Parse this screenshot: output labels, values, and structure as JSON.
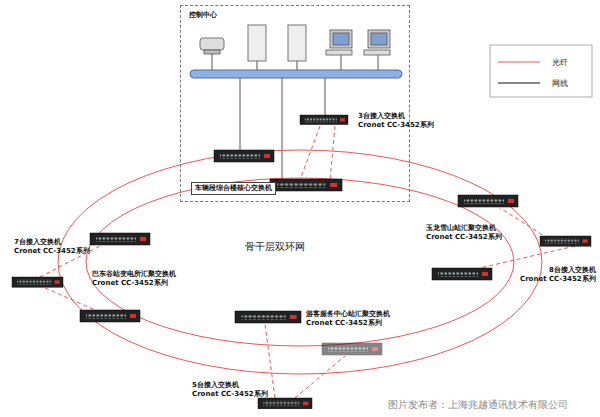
{
  "diagram": {
    "nodes": [
      {
        "text": [
          "控制中心"
        ]
      },
      {
        "text": [
          "3台接入交换机",
          "Cronet CC-3452系列"
        ],
        "in": 0
      },
      {
        "text": [
          "车辆段综合楼核心交换机"
        ],
        "in": 0
      },
      {
        "text": [
          "玉龙雪山站汇聚交换机",
          "Cronet CC-3452系列"
        ]
      },
      {
        "text": [
          "8台接入交换机",
          "Cronet CC-3452系列"
        ]
      },
      {
        "text": [
          "7台接入交换机",
          "Cronet CC-3452系列"
        ]
      },
      {
        "text": [
          "巴东谷站变电所汇聚交换机",
          "Cronet CC-3452系列"
        ]
      },
      {
        "text": [
          "游客服务中心站汇聚交换机",
          "Cronet CC-3452系列"
        ]
      },
      {
        "text": [
          "5台接入交换机",
          "Cronet CC-3452系列"
        ]
      }
    ],
    "labels": [
      "骨干层双环网",
      "图片发布者：上海兆越通讯技术有限公司"
    ],
    "legend": [
      {
        "text": "光纤"
      },
      {
        "text": "网线"
      }
    ]
  }
}
